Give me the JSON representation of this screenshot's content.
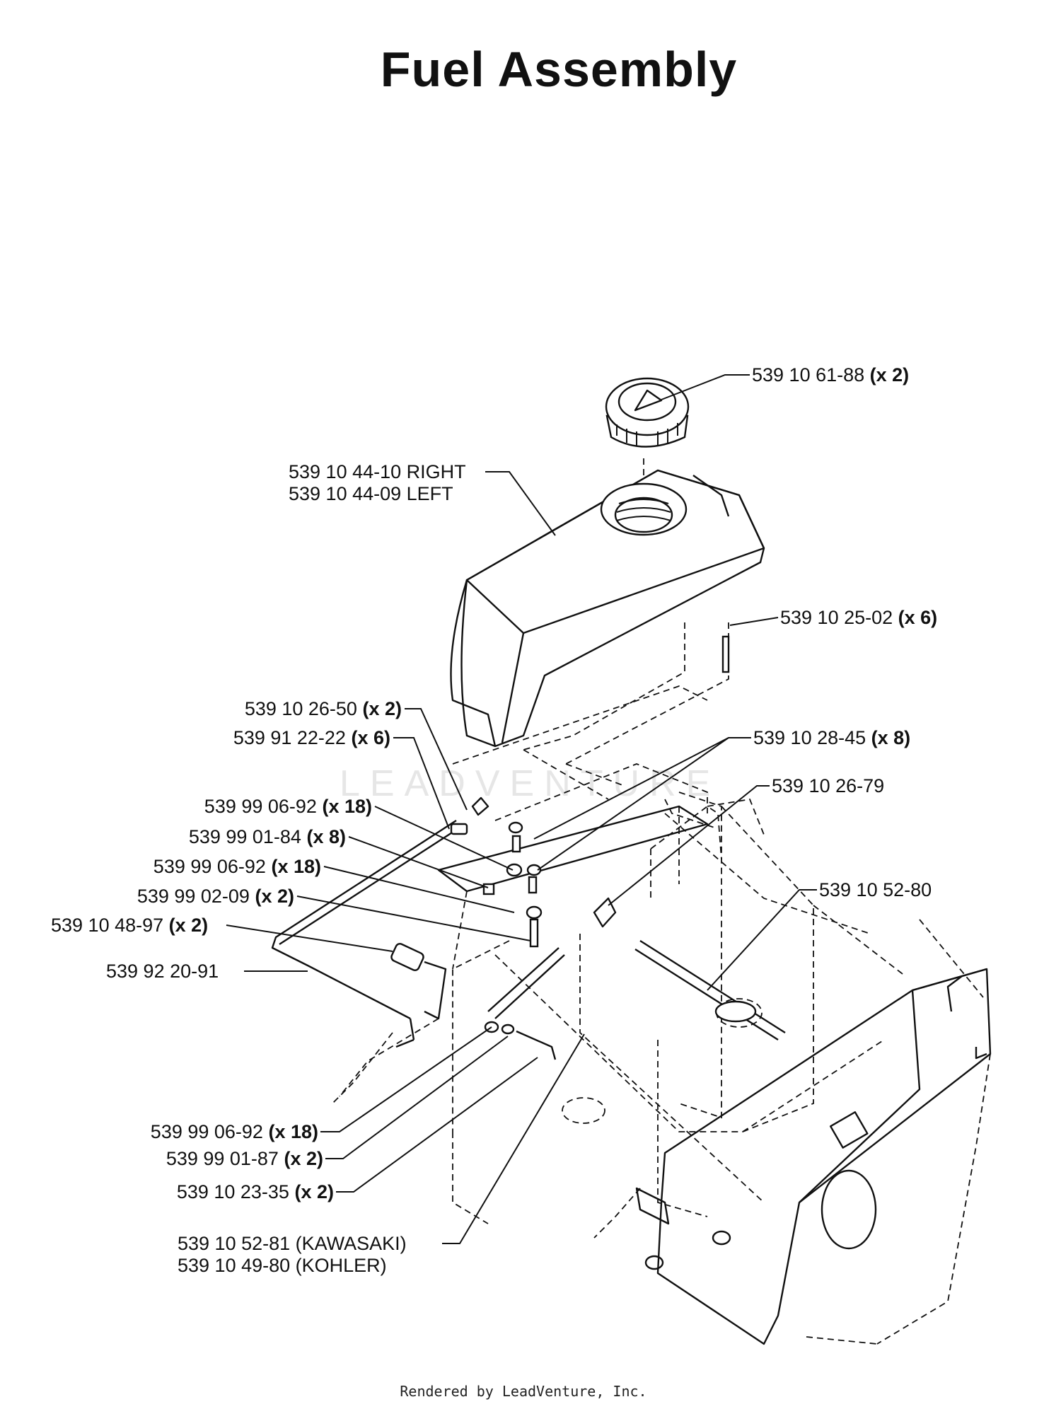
{
  "title": "Fuel Assembly",
  "labels": [
    {
      "part": "539 10 61-88",
      "qty": "(x 2)"
    },
    {
      "part": "539 10 44-10 RIGHT",
      "qty": ""
    },
    {
      "part": "539 10 44-09 LEFT",
      "qty": ""
    },
    {
      "part": "539 10 25-02",
      "qty": "(x 6)"
    },
    {
      "part": "539 10 26-50",
      "qty": "(x 2)"
    },
    {
      "part": "539 91 22-22",
      "qty": "(x 6)"
    },
    {
      "part": "539 10 28-45",
      "qty": "(x 8)"
    },
    {
      "part": "539 10 26-79",
      "qty": ""
    },
    {
      "part": "539 99 06-92",
      "qty": "(x 18)"
    },
    {
      "part": "539 99 01-84",
      "qty": "(x 8)"
    },
    {
      "part": "539 99 06-92",
      "qty": "(x 18)"
    },
    {
      "part": "539 99 02-09",
      "qty": "(x 2)"
    },
    {
      "part": "539 10 52-80",
      "qty": ""
    },
    {
      "part": "539 10 48-97",
      "qty": "(x 2)"
    },
    {
      "part": "539 92 20-91",
      "qty": ""
    },
    {
      "part": "539 99 06-92",
      "qty": "(x 18)"
    },
    {
      "part": "539 99 01-87",
      "qty": "(x 2)"
    },
    {
      "part": "539 10 23-35",
      "qty": "(x 2)"
    },
    {
      "part": "539 10 52-81 (KAWASAKI)",
      "qty": ""
    },
    {
      "part": "539 10 49-80 (KOHLER)",
      "qty": ""
    }
  ],
  "watermark": "LEADVENTURE",
  "footer": "Rendered by LeadVenture, Inc."
}
